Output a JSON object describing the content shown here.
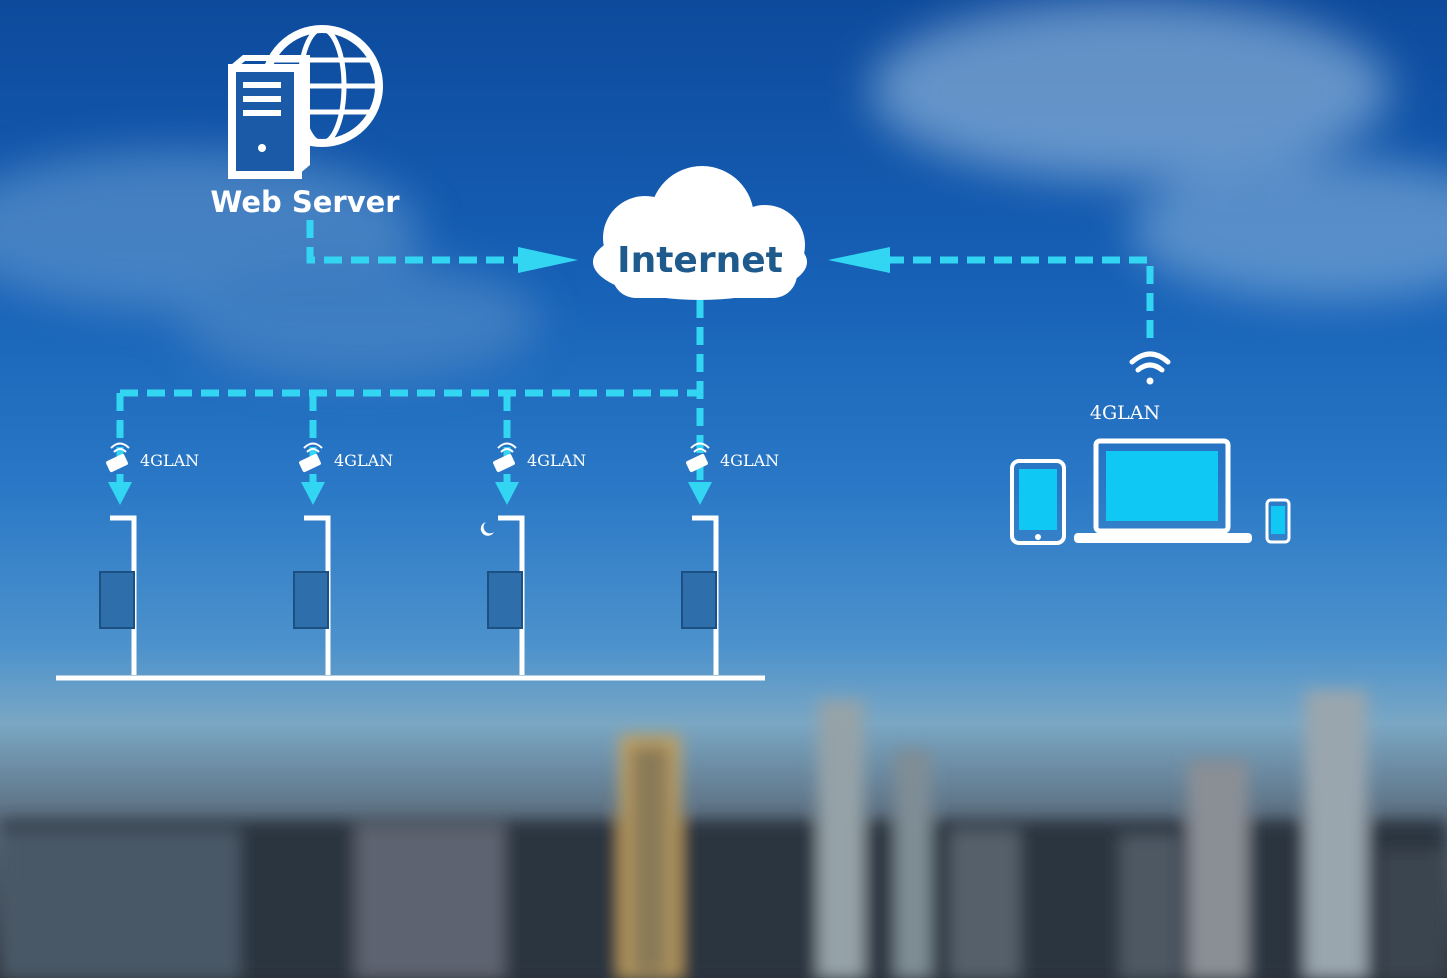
{
  "labels": {
    "web_server": "Web Server",
    "internet": "Internet",
    "lan_nodes": [
      "4GLAN",
      "4GLAN",
      "4GLAN",
      "4GLAN"
    ],
    "lan_devices": "4GLAN"
  },
  "colors": {
    "link": "#33d6f2",
    "icon": "#ffffff",
    "cloud_text": "#1f5a8c",
    "screen": "#10c8f4",
    "cabinet": "#2e6fab"
  },
  "icons": {
    "server": "server-globe-icon",
    "cloud": "cloud-icon",
    "camera": "camera-wifi-icon",
    "wifi": "wifi-icon",
    "tablet": "tablet-icon",
    "laptop": "laptop-icon",
    "phone": "phone-icon"
  }
}
